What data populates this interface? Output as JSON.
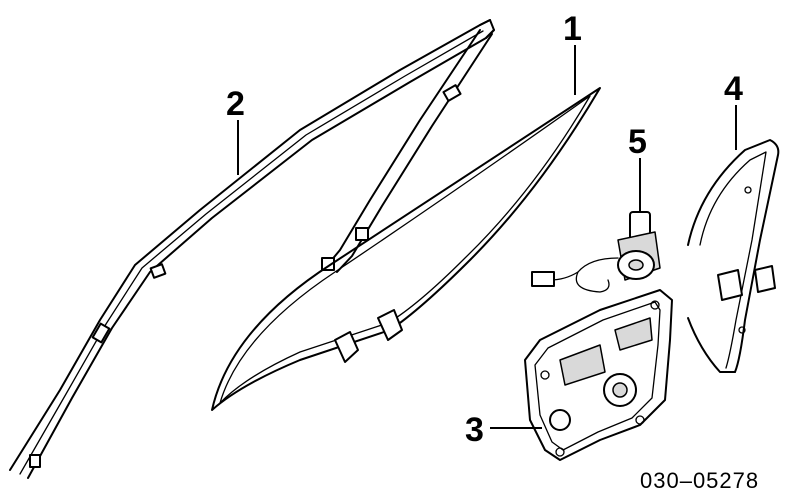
{
  "diagram": {
    "callouts": [
      {
        "id": "1",
        "label": "1"
      },
      {
        "id": "2",
        "label": "2"
      },
      {
        "id": "3",
        "label": "3"
      },
      {
        "id": "4",
        "label": "4"
      },
      {
        "id": "5",
        "label": "5"
      }
    ],
    "reference_code": "030–05278"
  }
}
